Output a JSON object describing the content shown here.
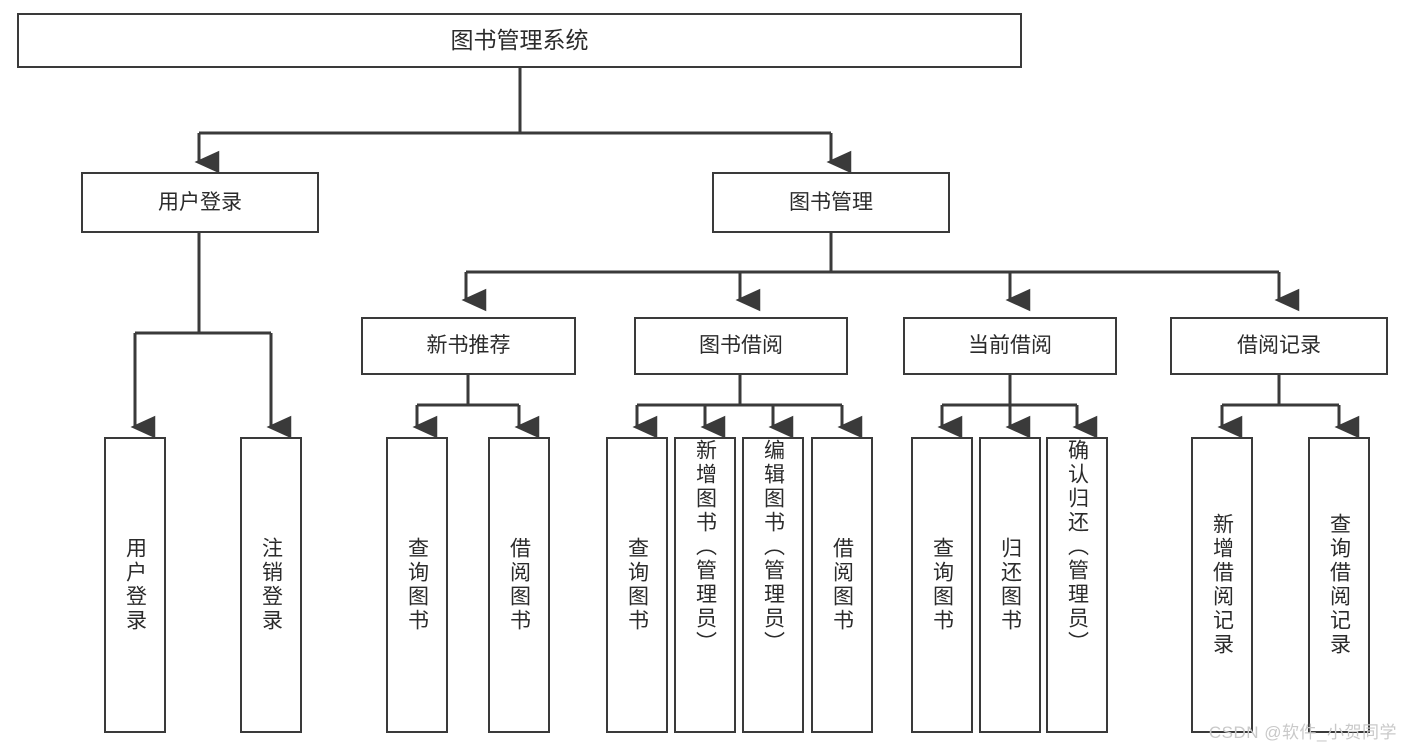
{
  "diagram": {
    "title_box": {
      "label": "图书管理系统"
    },
    "level1": [
      {
        "id": "user-login",
        "label": "用户登录"
      },
      {
        "id": "book-management",
        "label": "图书管理"
      }
    ],
    "level2": [
      {
        "id": "new-book-recommend",
        "label": "新书推荐"
      },
      {
        "id": "book-borrow",
        "label": "图书借阅"
      },
      {
        "id": "current-borrow",
        "label": "当前借阅"
      },
      {
        "id": "borrow-record",
        "label": "借阅记录"
      }
    ],
    "leaves": {
      "user_login": [
        {
          "id": "leaf-user-login",
          "label": "用户登录"
        },
        {
          "id": "leaf-logout-login",
          "label": "注销登录"
        }
      ],
      "new_book_recommend": [
        {
          "id": "leaf-query-book-1",
          "label": "查询图书"
        },
        {
          "id": "leaf-borrow-book-1",
          "label": "借阅图书"
        }
      ],
      "book_borrow": [
        {
          "id": "leaf-query-book-2",
          "label": "查询图书"
        },
        {
          "id": "leaf-add-book",
          "label": "新增图书（管理员）"
        },
        {
          "id": "leaf-edit-book",
          "label": "编辑图书（管理员）"
        },
        {
          "id": "leaf-borrow-book-2",
          "label": "借阅图书"
        }
      ],
      "current_borrow": [
        {
          "id": "leaf-query-book-3",
          "label": "查询图书"
        },
        {
          "id": "leaf-return-book",
          "label": "归还图书"
        },
        {
          "id": "leaf-confirm-return",
          "label": "确认归还（管理员）"
        }
      ],
      "borrow_record": [
        {
          "id": "leaf-add-borrow-record",
          "label": "新增借阅记录"
        },
        {
          "id": "leaf-query-borrow-record",
          "label": "查询借阅记录"
        }
      ]
    },
    "watermark": {
      "text": "CSDN @软件_小贺同学"
    },
    "colors": {
      "stroke": "#3a3a3a",
      "text": "#2b2b2b",
      "background": "#ffffff",
      "watermark": "#c9c9c9"
    }
  }
}
